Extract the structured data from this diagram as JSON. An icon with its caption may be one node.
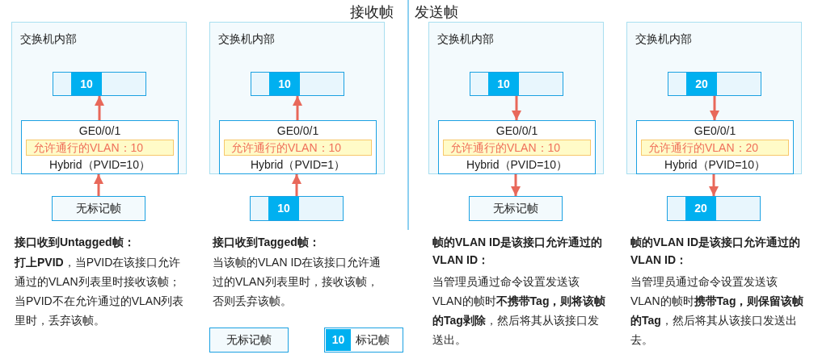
{
  "diagram": {
    "nodes": [
      {
        "text": [
          "交换机内部"
        ]
      },
      {
        "text": [
          "10"
        ],
        "in": 0
      },
      {
        "text": [
          "GE0/0/1",
          "允许通行的VLAN：10",
          "Hybrid（PVID=10）"
        ],
        "in": 0
      },
      {
        "text": [
          "无标记帧"
        ]
      },
      {
        "text": [
          "交换机内部"
        ]
      },
      {
        "text": [
          "10"
        ],
        "in": 4
      },
      {
        "text": [
          "GE0/0/1",
          "允许通行的VLAN：10",
          "Hybrid（PVID=1）"
        ],
        "in": 4
      },
      {
        "text": [
          "10"
        ]
      },
      {
        "text": [
          "交换机内部"
        ]
      },
      {
        "text": [
          "10"
        ],
        "in": 8
      },
      {
        "text": [
          "GE0/0/1",
          "允许通行的VLAN：10",
          "Hybrid（PVID=10）"
        ],
        "in": 8
      },
      {
        "text": [
          "无标记帧"
        ]
      },
      {
        "text": [
          "交换机内部"
        ]
      },
      {
        "text": [
          "20"
        ],
        "in": 12
      },
      {
        "text": [
          "GE0/0/1",
          "允许通行的VLAN：20",
          "Hybrid（PVID=10）"
        ],
        "in": 12
      },
      {
        "text": [
          "20"
        ]
      }
    ],
    "edges": [
      {
        "from": 3,
        "to": 2,
        "arrow": "to"
      },
      {
        "from": 2,
        "to": 1,
        "arrow": "to"
      },
      {
        "from": 7,
        "to": 6,
        "arrow": "to"
      },
      {
        "from": 6,
        "to": 5,
        "arrow": "to"
      },
      {
        "from": 9,
        "to": 10,
        "arrow": "to"
      },
      {
        "from": 10,
        "to": 11,
        "arrow": "to"
      },
      {
        "from": 13,
        "to": 14,
        "arrow": "to"
      },
      {
        "from": 14,
        "to": 15,
        "arrow": "to"
      }
    ],
    "labels": [
      "接收帧",
      "发送帧",
      "接口收到Untagged帧：",
      "**打上PVID**，当PVID在该接口允许通过的VLAN列表里时接收该帧；当PVID不在允许通过的VLAN列表里时，丢弃该帧。",
      "接口收到Tagged帧：",
      "当该帧的VLAN ID在该接口允许通过的VLAN列表里时，接收该帧，否则丢弃该帧。",
      "帧的VLAN ID是该接口允许通过的VLAN ID：",
      "当管理员通过命令设置发送该VLAN的帧时**不携带Tag，则将该帧的Tag剥除**，然后将其从该接口发送出。",
      "帧的VLAN ID是该接口允许通过的VLAN ID：",
      "当管理员通过命令设置发送该VLAN的帧时**携带Tag，则保留该帧的Tag**，然后将其从该接口发送出去。",
      "10"
    ],
    "legend": [
      {
        "text": "无标记帧",
        "color": "#f3fafd"
      },
      {
        "text": "标记帧",
        "color": "#00b0f0"
      }
    ]
  }
}
